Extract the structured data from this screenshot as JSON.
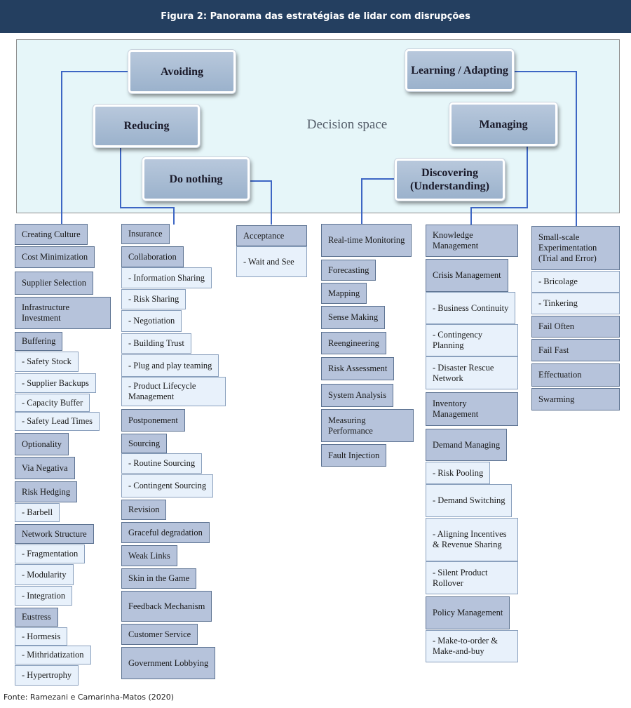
{
  "header": {
    "title": "Figura 2: Panorama das estratégias de lidar com disrupções"
  },
  "decision_space": {
    "label": "Decision space"
  },
  "strategies": {
    "avoiding": "Avoiding",
    "reducing": "Reducing",
    "do_nothing": "Do nothing",
    "learning": "Learning / Adapting",
    "managing": "Managing",
    "discovering": "Discovering (Understanding)"
  },
  "columns": [
    {
      "id": "avoiding",
      "items": [
        {
          "label": "Creating Culture",
          "level": "main"
        },
        {
          "label": "Cost Minimization",
          "level": "main"
        },
        {
          "label": "Supplier Selection",
          "level": "main"
        },
        {
          "label": "Infrastructure Investment",
          "level": "main"
        },
        {
          "label": "Buffering",
          "level": "main"
        },
        {
          "label": "- Safety Stock",
          "level": "sub"
        },
        {
          "label": "- Supplier Backups",
          "level": "sub"
        },
        {
          "label": "- Capacity Buffer",
          "level": "sub"
        },
        {
          "label": "- Safety Lead Times",
          "level": "sub"
        },
        {
          "label": "Optionality",
          "level": "main"
        },
        {
          "label": "Via Negativa",
          "level": "main"
        },
        {
          "label": "Risk Hedging",
          "level": "main"
        },
        {
          "label": "- Barbell",
          "level": "sub"
        },
        {
          "label": "Network Structure",
          "level": "main"
        },
        {
          "label": "- Fragmentation",
          "level": "sub"
        },
        {
          "label": "- Modularity",
          "level": "sub"
        },
        {
          "label": "- Integration",
          "level": "sub"
        },
        {
          "label": "Eustress",
          "level": "main"
        },
        {
          "label": "- Hormesis",
          "level": "sub"
        },
        {
          "label": "- Mithridatization",
          "level": "sub"
        },
        {
          "label": "- Hypertrophy",
          "level": "sub"
        }
      ]
    },
    {
      "id": "reducing",
      "items": [
        {
          "label": "Insurance",
          "level": "main"
        },
        {
          "label": "Collaboration",
          "level": "main"
        },
        {
          "label": "- Information Sharing",
          "level": "sub"
        },
        {
          "label": "- Risk Sharing",
          "level": "sub"
        },
        {
          "label": "- Negotiation",
          "level": "sub"
        },
        {
          "label": "- Building Trust",
          "level": "sub"
        },
        {
          "label": "- Plug and play teaming",
          "level": "sub"
        },
        {
          "label": "- Product Lifecycle Management",
          "level": "sub"
        },
        {
          "label": "Postponement",
          "level": "main"
        },
        {
          "label": "Sourcing",
          "level": "main"
        },
        {
          "label": "- Routine Sourcing",
          "level": "sub"
        },
        {
          "label": "- Contingent Sourcing",
          "level": "sub"
        },
        {
          "label": "Revision",
          "level": "main"
        },
        {
          "label": "Graceful degradation",
          "level": "main"
        },
        {
          "label": "Weak Links",
          "level": "main"
        },
        {
          "label": "Skin in the Game",
          "level": "main"
        },
        {
          "label": "Feedback Mechanism",
          "level": "main"
        },
        {
          "label": "Customer Service",
          "level": "main"
        },
        {
          "label": "Government Lobbying",
          "level": "main"
        }
      ]
    },
    {
      "id": "do_nothing",
      "items": [
        {
          "label": "Acceptance",
          "level": "main"
        },
        {
          "label": "- Wait and See",
          "level": "sub"
        }
      ]
    },
    {
      "id": "discovering",
      "items": [
        {
          "label": "Real-time Monitoring",
          "level": "main"
        },
        {
          "label": "Forecasting",
          "level": "main"
        },
        {
          "label": "Mapping",
          "level": "main"
        },
        {
          "label": "Sense Making",
          "level": "main"
        },
        {
          "label": "Reengineering",
          "level": "main"
        },
        {
          "label": "Risk Assessment",
          "level": "main"
        },
        {
          "label": "System Analysis",
          "level": "main"
        },
        {
          "label": "Measuring Performance",
          "level": "main"
        },
        {
          "label": "Fault Injection",
          "level": "main"
        }
      ]
    },
    {
      "id": "managing",
      "items": [
        {
          "label": "Knowledge Management",
          "level": "main"
        },
        {
          "label": "Crisis Management",
          "level": "main"
        },
        {
          "label": "- Business Continuity",
          "level": "sub"
        },
        {
          "label": "- Contingency Planning",
          "level": "sub"
        },
        {
          "label": "- Disaster Rescue Network",
          "level": "sub"
        },
        {
          "label": "Inventory Management",
          "level": "main"
        },
        {
          "label": "Demand Managing",
          "level": "main"
        },
        {
          "label": "- Risk Pooling",
          "level": "sub"
        },
        {
          "label": "- Demand Switching",
          "level": "sub"
        },
        {
          "label": "- Aligning Incentives & Revenue Sharing",
          "level": "sub"
        },
        {
          "label": "- Silent Product Rollover",
          "level": "sub"
        },
        {
          "label": "Policy Management",
          "level": "main"
        },
        {
          "label": "- Make-to-order & Make-and-buy",
          "level": "sub"
        }
      ]
    },
    {
      "id": "learning",
      "items": [
        {
          "label": "Small-scale Experimentation (Trial and Error)",
          "level": "main"
        },
        {
          "label": "- Bricolage",
          "level": "sub"
        },
        {
          "label": "- Tinkering",
          "level": "sub"
        },
        {
          "label": "Fail Often",
          "level": "main"
        },
        {
          "label": "Fail Fast",
          "level": "main"
        },
        {
          "label": "Effectuation",
          "level": "main"
        },
        {
          "label": "Swarming",
          "level": "main"
        }
      ]
    }
  ],
  "source": "Fonte: Ramezani e Camarinha-Matos (2020)"
}
